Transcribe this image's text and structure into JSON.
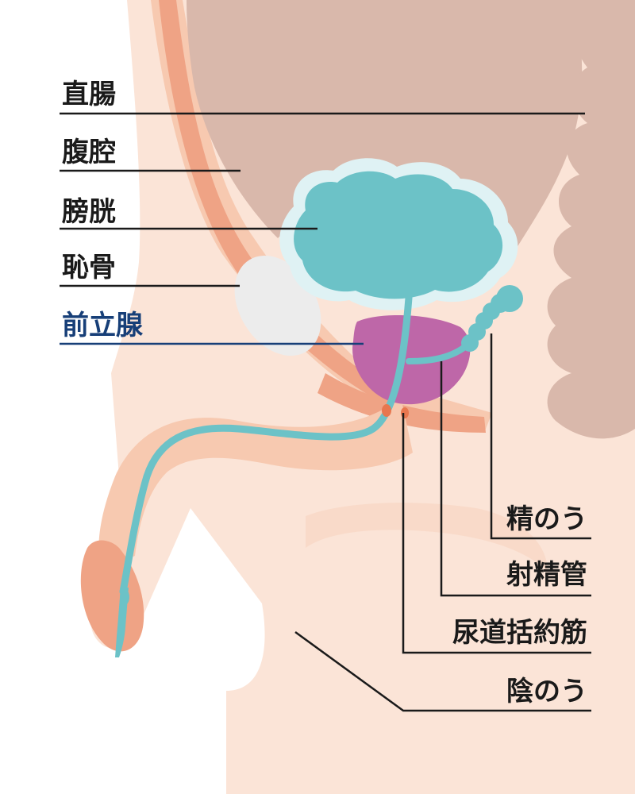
{
  "colors": {
    "background": "#ffffff",
    "skin_light": "#fbe4d7",
    "skin_mid": "#f7c9b0",
    "muscle": "#efa385",
    "cavity": "#d9b8ab",
    "bladder": "#6cc2c7",
    "bladder_outline": "#dff2f4",
    "prostate": "#be67a8",
    "bone": "#ececec",
    "sphincter": "#e8774f",
    "label_text": "#1a1a1a",
    "highlight_text": "#173f78",
    "leader_line": "#1a1a1a"
  },
  "labels": {
    "rectum": "直腸",
    "abdominal_cavity": "腹腔",
    "bladder": "膀胱",
    "pubic_bone": "恥骨",
    "prostate": "前立腺",
    "seminal_vesicle": "精のう",
    "ejaculatory_duct": "射精管",
    "urethral_sphincter": "尿道括約筋",
    "scrotum": "陰のう"
  },
  "highlighted_label": "prostate"
}
